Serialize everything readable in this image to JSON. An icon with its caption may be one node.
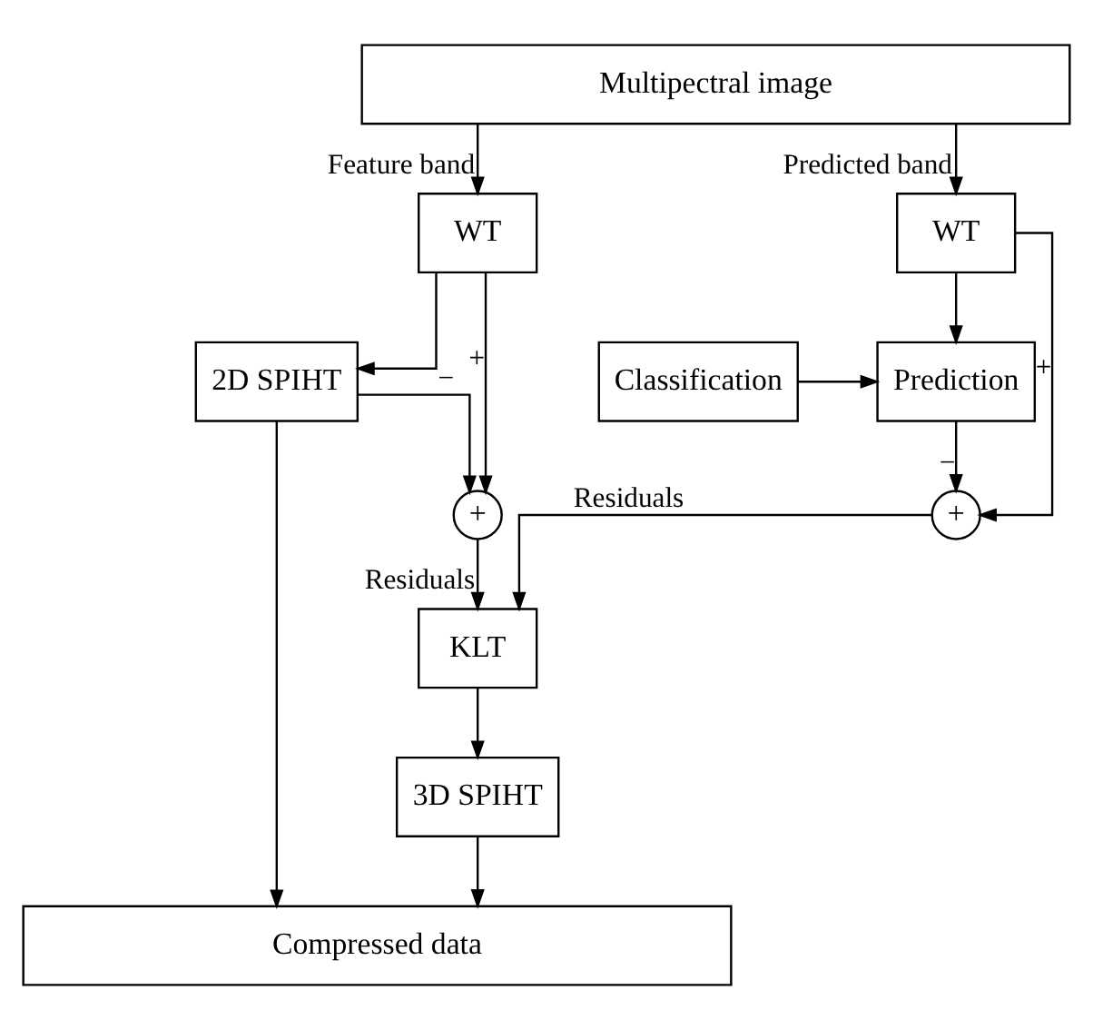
{
  "diagram": {
    "nodes": [
      {
        "text": [
          "Multipectral image"
        ]
      },
      {
        "text": [
          "WT"
        ]
      },
      {
        "text": [
          "WT"
        ]
      },
      {
        "text": [
          "2D SPIHT"
        ]
      },
      {
        "text": [
          "Prediction"
        ]
      },
      {
        "text": [
          "Classification"
        ]
      },
      {
        "text": [
          "+"
        ]
      },
      {
        "text": [
          "+"
        ]
      },
      {
        "text": [
          "KLT"
        ]
      },
      {
        "text": [
          "3D SPIHT"
        ]
      },
      {
        "text": [
          "Compressed data"
        ]
      }
    ],
    "edges": [
      {
        "from": 0,
        "to": 1,
        "arrow": "to",
        "label": "Feature band"
      },
      {
        "from": 0,
        "to": 2,
        "arrow": "to",
        "label": "Predicted band"
      },
      {
        "from": 1,
        "to": 3,
        "arrow": "to"
      },
      {
        "from": 1,
        "to": 6,
        "arrow": "to",
        "label": "+"
      },
      {
        "from": 3,
        "to": 6,
        "arrow": "to",
        "label": "−"
      },
      {
        "from": 3,
        "to": 10,
        "arrow": "to"
      },
      {
        "from": 2,
        "to": 4,
        "arrow": "to"
      },
      {
        "from": 5,
        "to": 4,
        "arrow": "to"
      },
      {
        "from": 2,
        "to": 7,
        "arrow": "to",
        "label": "+"
      },
      {
        "from": 4,
        "to": 7,
        "arrow": "to",
        "label": "−"
      },
      {
        "from": 6,
        "to": 8,
        "arrow": "to",
        "label": "Residuals"
      },
      {
        "from": 7,
        "to": 8,
        "arrow": "to",
        "label": "Residuals"
      },
      {
        "from": 8,
        "to": 9,
        "arrow": "to"
      },
      {
        "from": 9,
        "to": 10,
        "arrow": "to"
      }
    ]
  }
}
